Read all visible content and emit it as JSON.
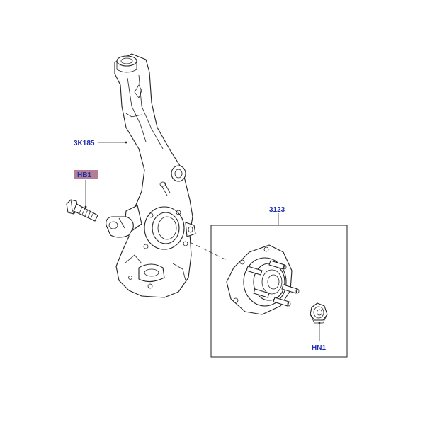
{
  "callouts": {
    "knuckle": "3K185",
    "bolt": "HB1",
    "hub_assembly": "3123",
    "nut": "HN1"
  },
  "colors": {
    "callout_text": "#1f2fb0",
    "bolt_label_highlight": "#b27f94",
    "line": "#222222",
    "background": "#ffffff"
  }
}
